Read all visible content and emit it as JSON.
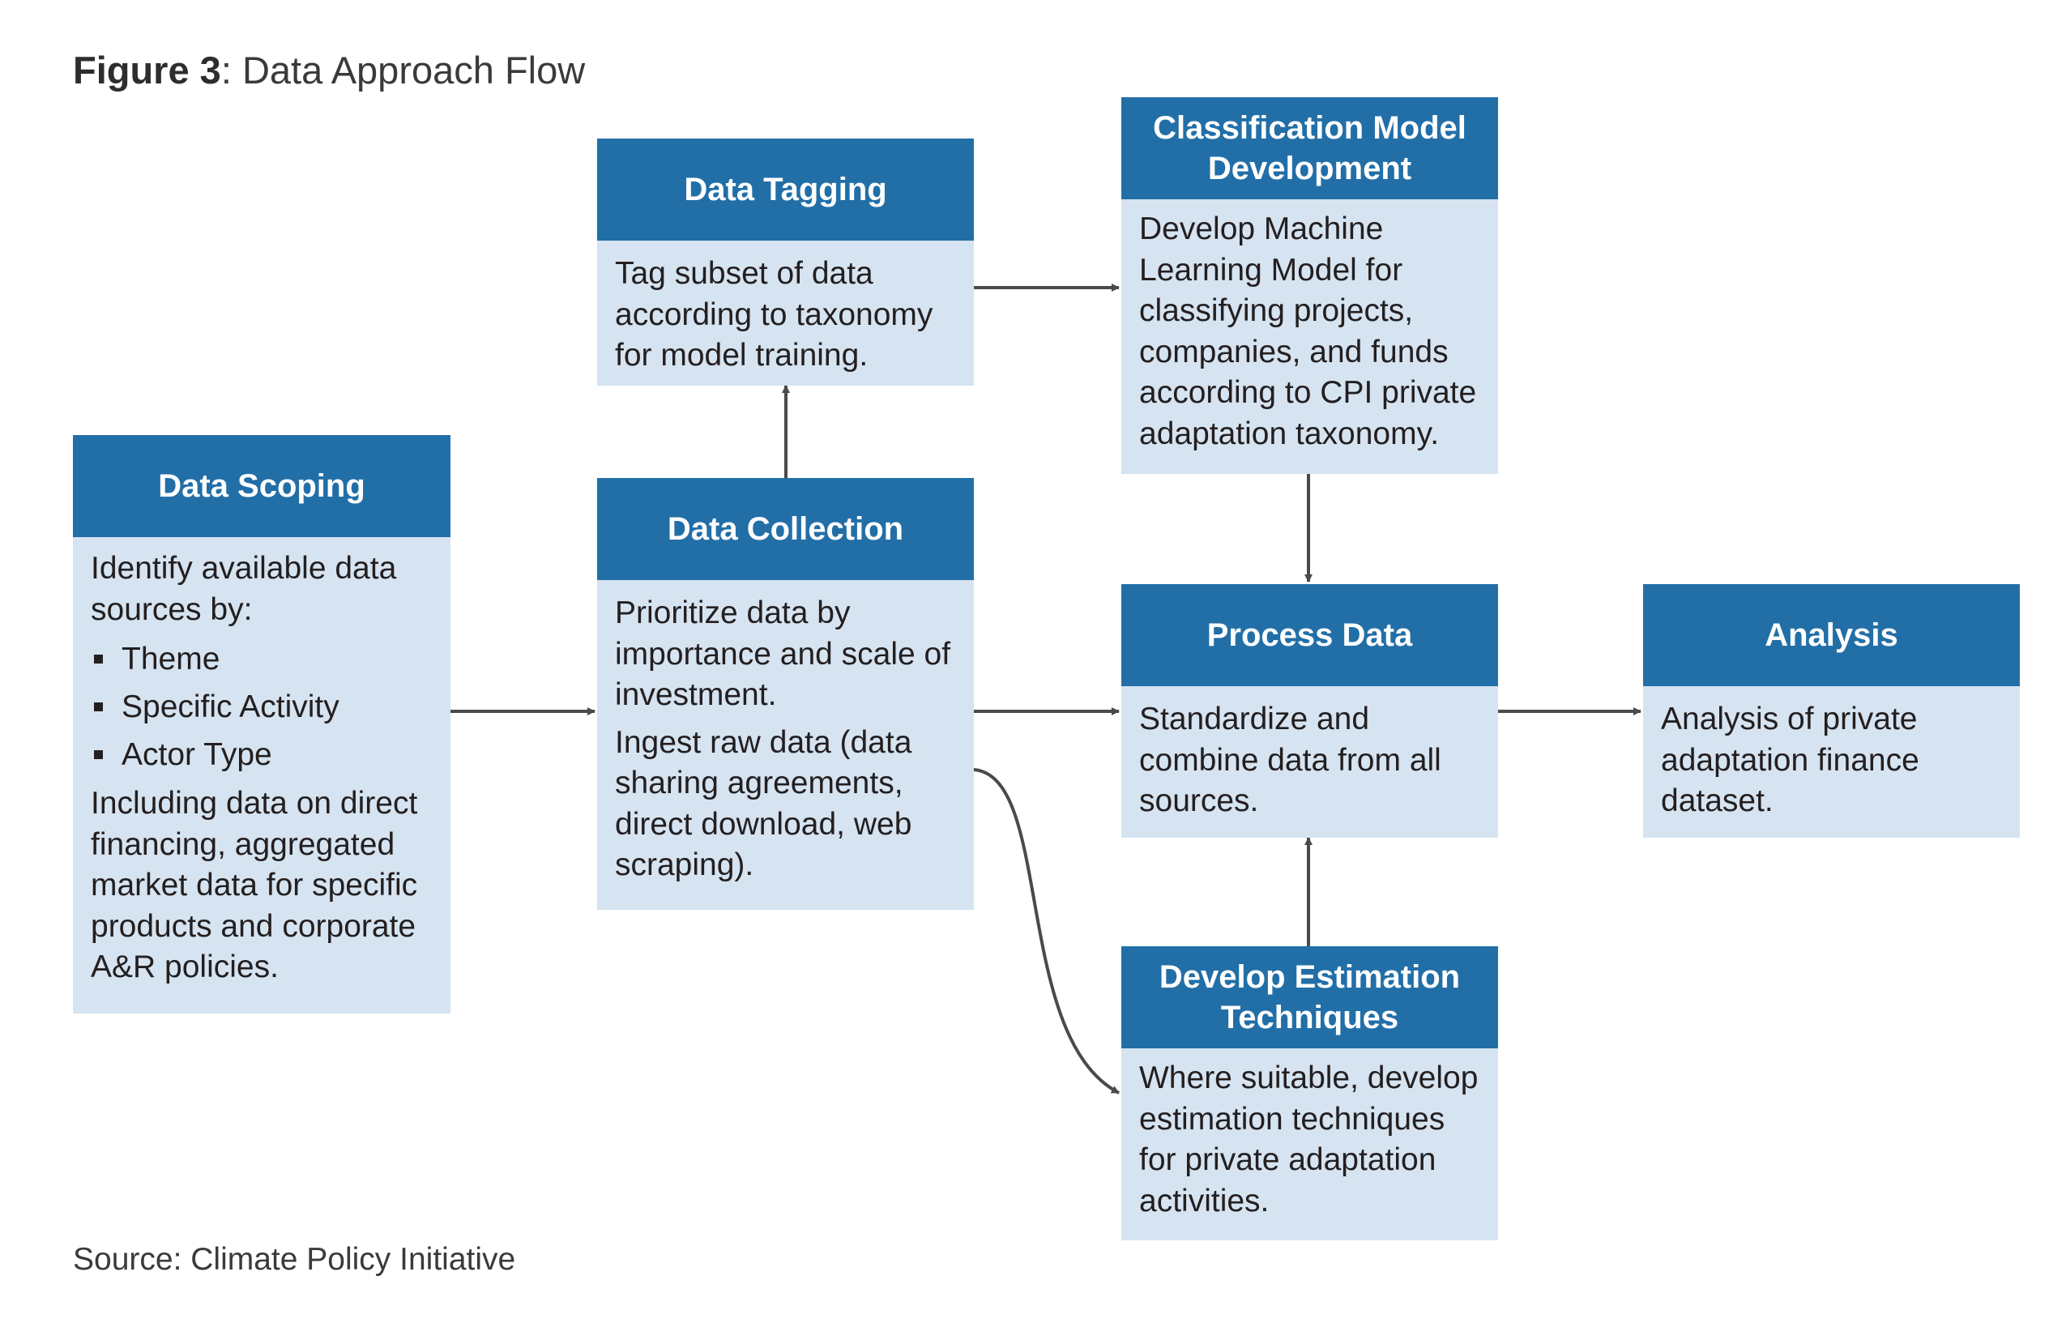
{
  "figure": {
    "label": "Figure 3",
    "title": ": Data Approach Flow",
    "source": "Source: Climate Policy Initiative"
  },
  "nodes": {
    "scoping": {
      "title": "Data Scoping",
      "intro": "Identify available data sources by:",
      "bullets": [
        "Theme",
        "Specific Activity",
        "Actor Type"
      ],
      "outro": "Including data on direct financing, aggregated market data for specific products and corporate A&R policies."
    },
    "tagging": {
      "title": "Data Tagging",
      "text": "Tag subset of data according to  taxonomy for model training."
    },
    "collection": {
      "title": "Data Collection",
      "text1": "Prioritize data by importance and scale of investment.",
      "text2": "Ingest raw data (data sharing agreements, direct download, web scraping)."
    },
    "classification": {
      "title": "Classification Model Development",
      "text": "Develop Machine Learning Model for classifying projects, companies, and funds according to CPI private adaptation taxonomy."
    },
    "process": {
      "title": "Process Data",
      "text": "Standardize and combine data from all sources."
    },
    "analysis": {
      "title": "Analysis",
      "text": "Analysis of private adaptation finance dataset."
    },
    "estimation": {
      "title": "Develop Estimation Techniques",
      "text": "Where suitable, develop estimation techniques for private adaptation activities."
    }
  },
  "edges": [
    {
      "from": "Data Scoping",
      "to": "Data Collection"
    },
    {
      "from": "Data Collection",
      "to": "Data Tagging"
    },
    {
      "from": "Data Tagging",
      "to": "Classification Model Development"
    },
    {
      "from": "Classification Model Development",
      "to": "Process Data"
    },
    {
      "from": "Data Collection",
      "to": "Process Data"
    },
    {
      "from": "Data Collection",
      "to": "Develop Estimation Techniques"
    },
    {
      "from": "Develop Estimation Techniques",
      "to": "Process Data"
    },
    {
      "from": "Process Data",
      "to": "Analysis"
    }
  ],
  "colors": {
    "header": "#226fa8",
    "body": "#d6e3f0",
    "arrow": "#4a4a4a"
  }
}
